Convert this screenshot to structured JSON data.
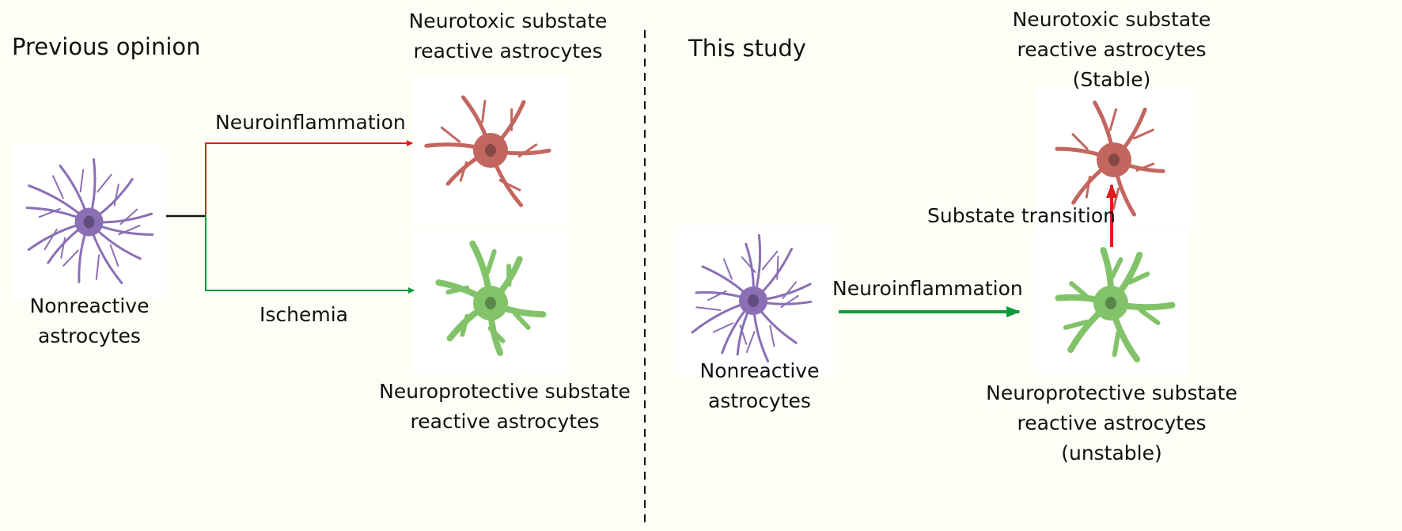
{
  "left": {
    "heading": "Previous opinion",
    "nonreactive_label": [
      "Nonreactive",
      "astrocytes"
    ],
    "neurotoxic_label": [
      "Neurotoxic substate",
      "reactive astrocytes"
    ],
    "neuroprotective_label": [
      "Neuroprotective substate",
      "reactive astrocytes"
    ],
    "arrow_top_label": "Neuroinflammation",
    "arrow_bottom_label": "Ischemia"
  },
  "right": {
    "heading": "This study",
    "nonreactive_label": [
      "Nonreactive",
      "astrocytes"
    ],
    "neurotoxic_label": [
      "Neurotoxic substate",
      "reactive astrocytes",
      "(Stable)"
    ],
    "neuroprotective_label": [
      "Neuroprotective substate",
      "reactive astrocytes",
      "(unstable)"
    ],
    "arrow_label": "Neuroinflammation",
    "transition_label": "Substate transition"
  },
  "colors": {
    "background": "#fffef6",
    "nonreactive": "#8a6fb5",
    "neurotoxic": "#c2665f",
    "neuroprotective": "#82c36a",
    "red_arrow": "#e31b1b",
    "green_arrow": "#0d9a3c"
  }
}
